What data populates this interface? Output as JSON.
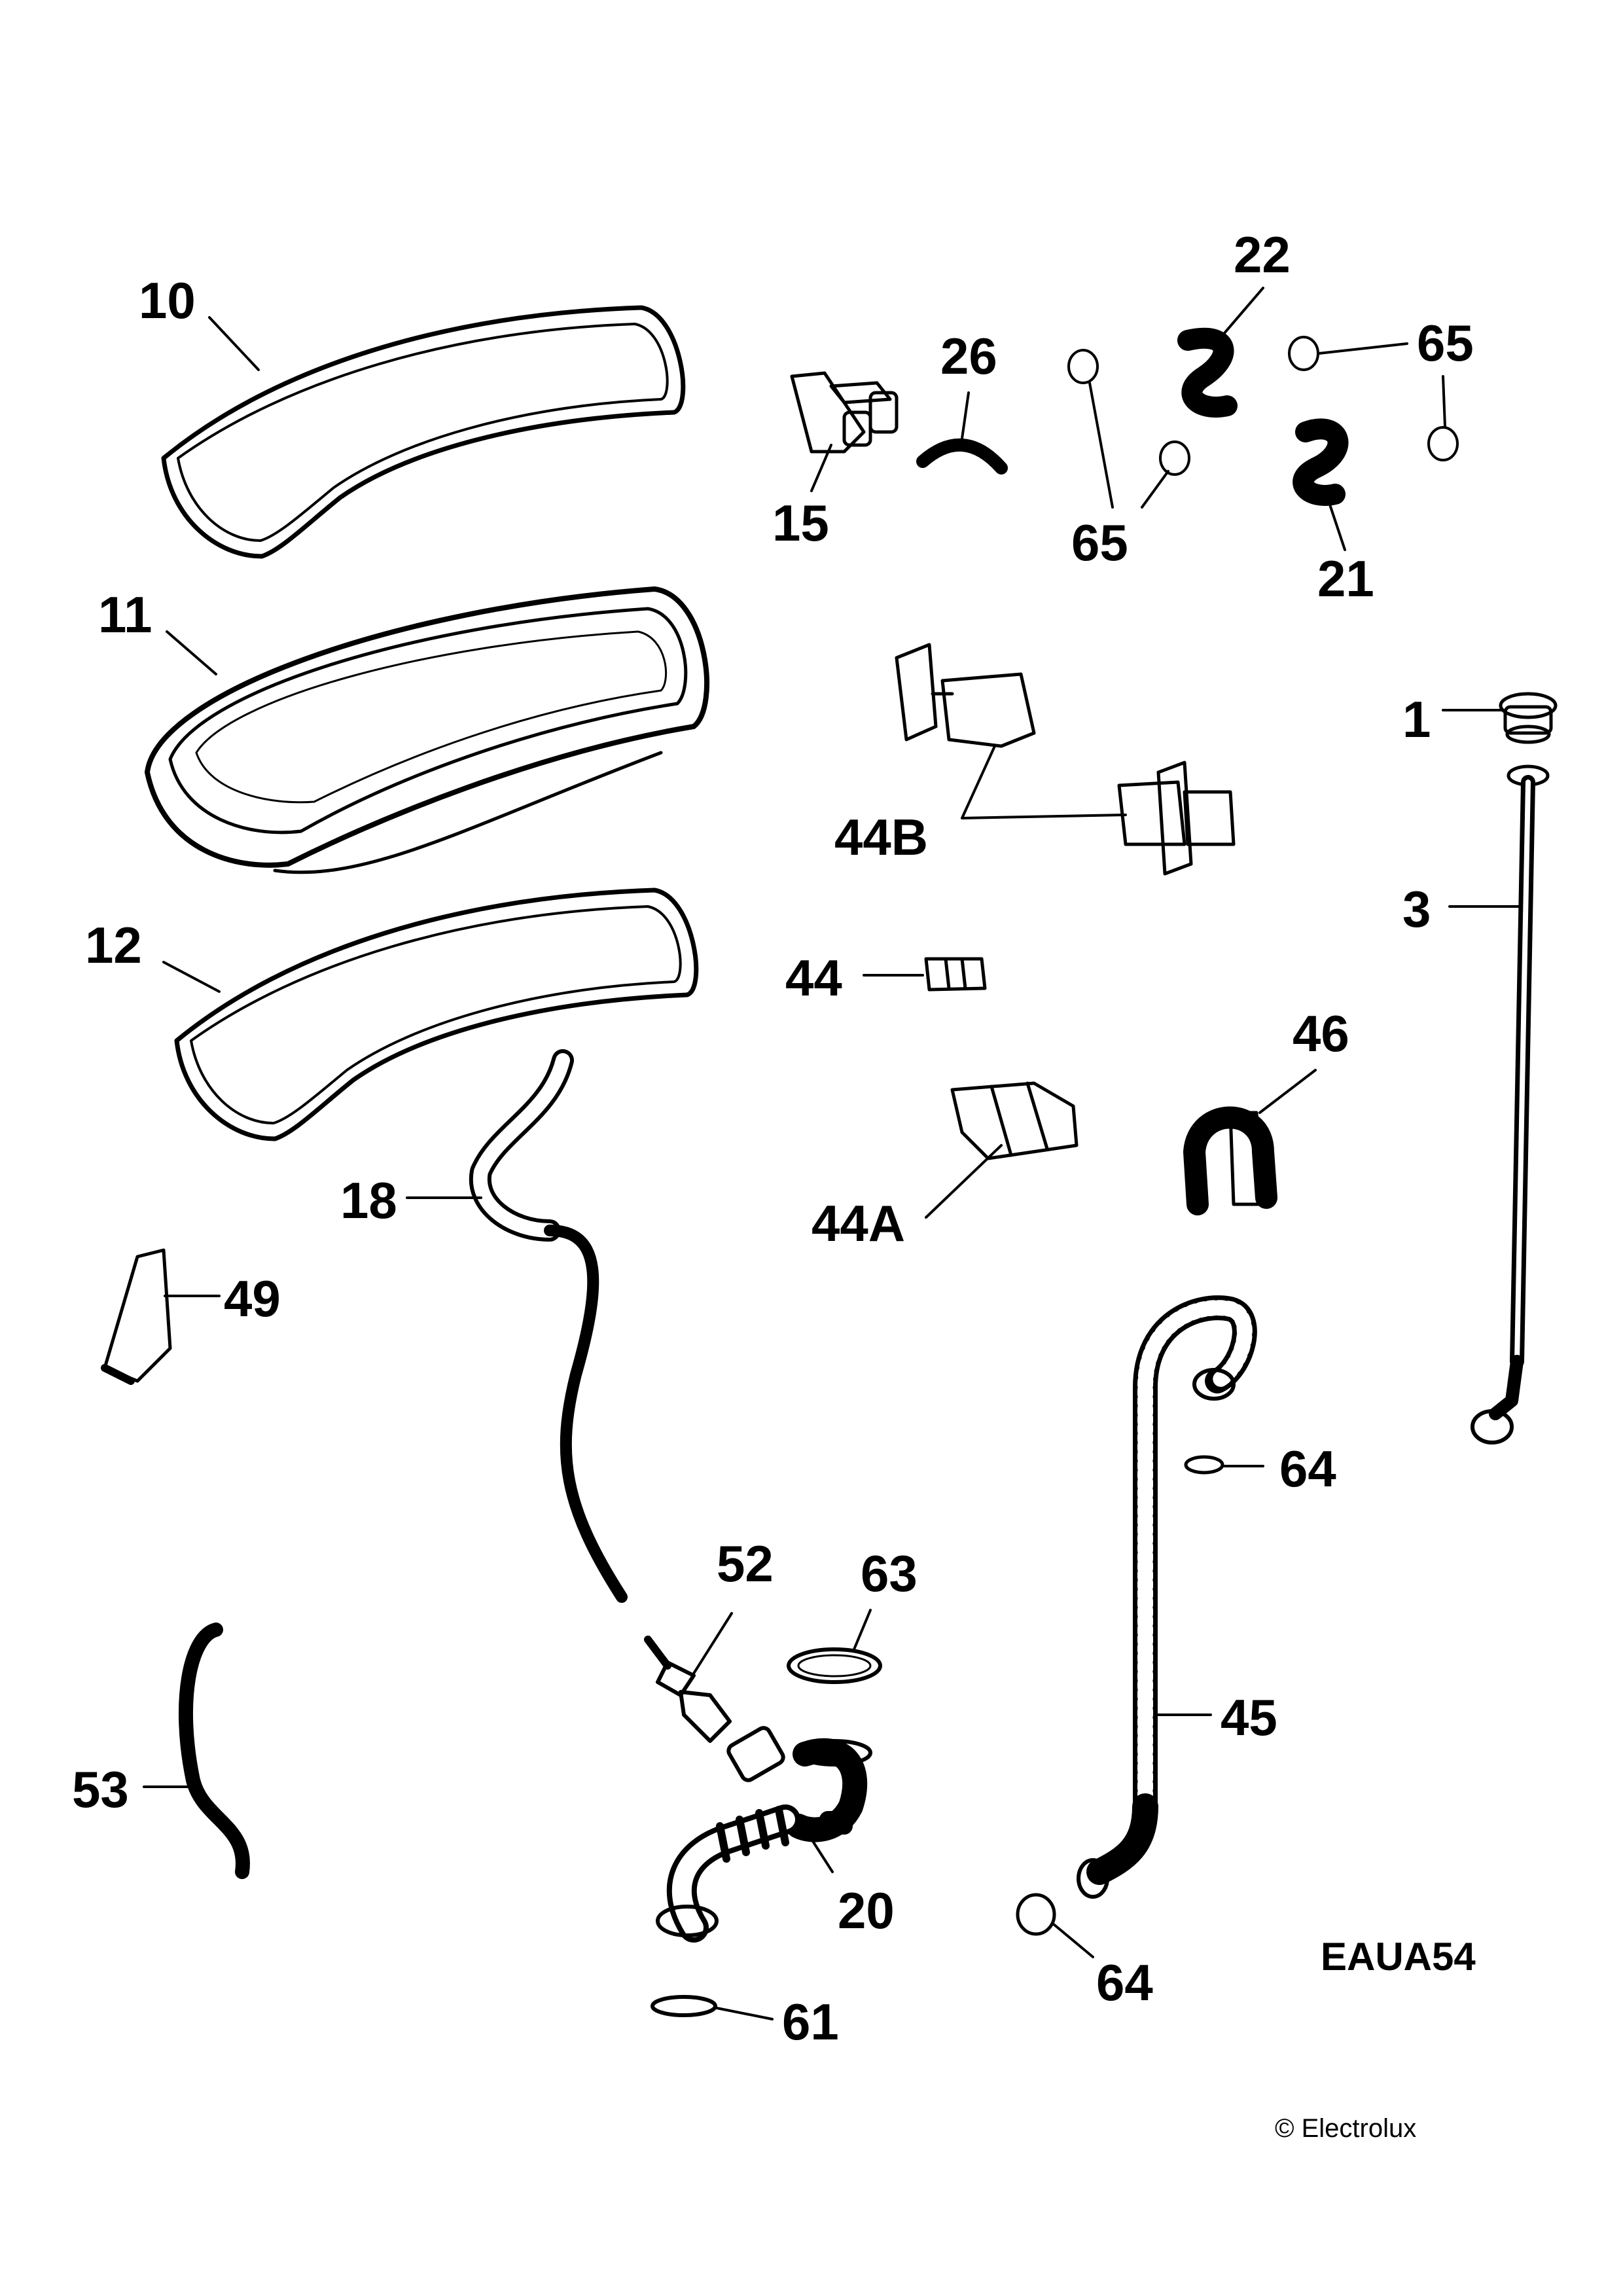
{
  "diagram": {
    "code": "EAUA54",
    "copyright": "© Electrolux",
    "callouts": [
      {
        "id": "c10",
        "label": "10"
      },
      {
        "id": "c11",
        "label": "11"
      },
      {
        "id": "c12",
        "label": "12"
      },
      {
        "id": "c15",
        "label": "15"
      },
      {
        "id": "c26",
        "label": "26"
      },
      {
        "id": "c22",
        "label": "22"
      },
      {
        "id": "c65a",
        "label": "65"
      },
      {
        "id": "c65b",
        "label": "65"
      },
      {
        "id": "c21",
        "label": "21"
      },
      {
        "id": "c1",
        "label": "1"
      },
      {
        "id": "c3",
        "label": "3"
      },
      {
        "id": "c44b",
        "label": "44B"
      },
      {
        "id": "c44",
        "label": "44"
      },
      {
        "id": "c46",
        "label": "46"
      },
      {
        "id": "c44a",
        "label": "44A"
      },
      {
        "id": "c18",
        "label": "18"
      },
      {
        "id": "c49",
        "label": "49"
      },
      {
        "id": "c64a",
        "label": "64"
      },
      {
        "id": "c52",
        "label": "52"
      },
      {
        "id": "c63",
        "label": "63"
      },
      {
        "id": "c45",
        "label": "45"
      },
      {
        "id": "c53",
        "label": "53"
      },
      {
        "id": "c20",
        "label": "20"
      },
      {
        "id": "c64b",
        "label": "64"
      },
      {
        "id": "c61",
        "label": "61"
      }
    ]
  }
}
